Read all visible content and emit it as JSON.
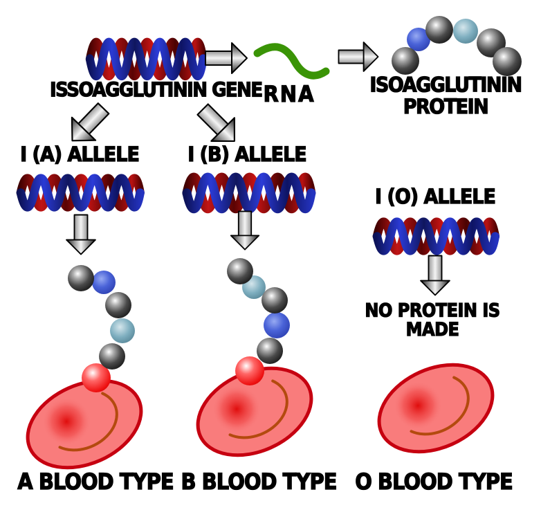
{
  "gene": {
    "label": "ISSOAGGLUTININ GENE"
  },
  "rna": {
    "label": "RNA"
  },
  "protein": {
    "label_line1": "ISOAGGLUTININ",
    "label_line2": "PROTEIN",
    "beads": [
      "gray",
      "blue",
      "gray",
      "teal",
      "gray",
      "gray"
    ]
  },
  "alleles": {
    "a": {
      "label": "I (A) ALLELE",
      "beads": [
        "gray",
        "blue",
        "gray",
        "teal",
        "gray",
        "red"
      ],
      "blood_type_label": "A BLOOD TYPE"
    },
    "b": {
      "label": "I (B) ALLELE",
      "beads": [
        "gray",
        "teal",
        "gray",
        "blue",
        "gray",
        "red"
      ],
      "blood_type_label": "B BLOOD TYPE"
    },
    "o": {
      "label": "I (O) ALLELE",
      "result_line1": "NO PROTEIN IS",
      "result_line2": "MADE",
      "blood_type_label": "O BLOOD TYPE"
    }
  },
  "colors": {
    "dna_red": "#b81212",
    "dna_blue": "#2433c0",
    "rna_green": "#3a9406",
    "bead_gray": "#4a4a4a",
    "bead_blue": "#4a63d8",
    "bead_teal": "#7fafc0",
    "bead_red": "#ee2222",
    "cell_fill": "#f97c7c",
    "cell_border": "#c60010",
    "cell_arc": "#b34a0e",
    "arrow_fill": "#c0c0c0",
    "text": "#000000",
    "background": "#ffffff"
  }
}
